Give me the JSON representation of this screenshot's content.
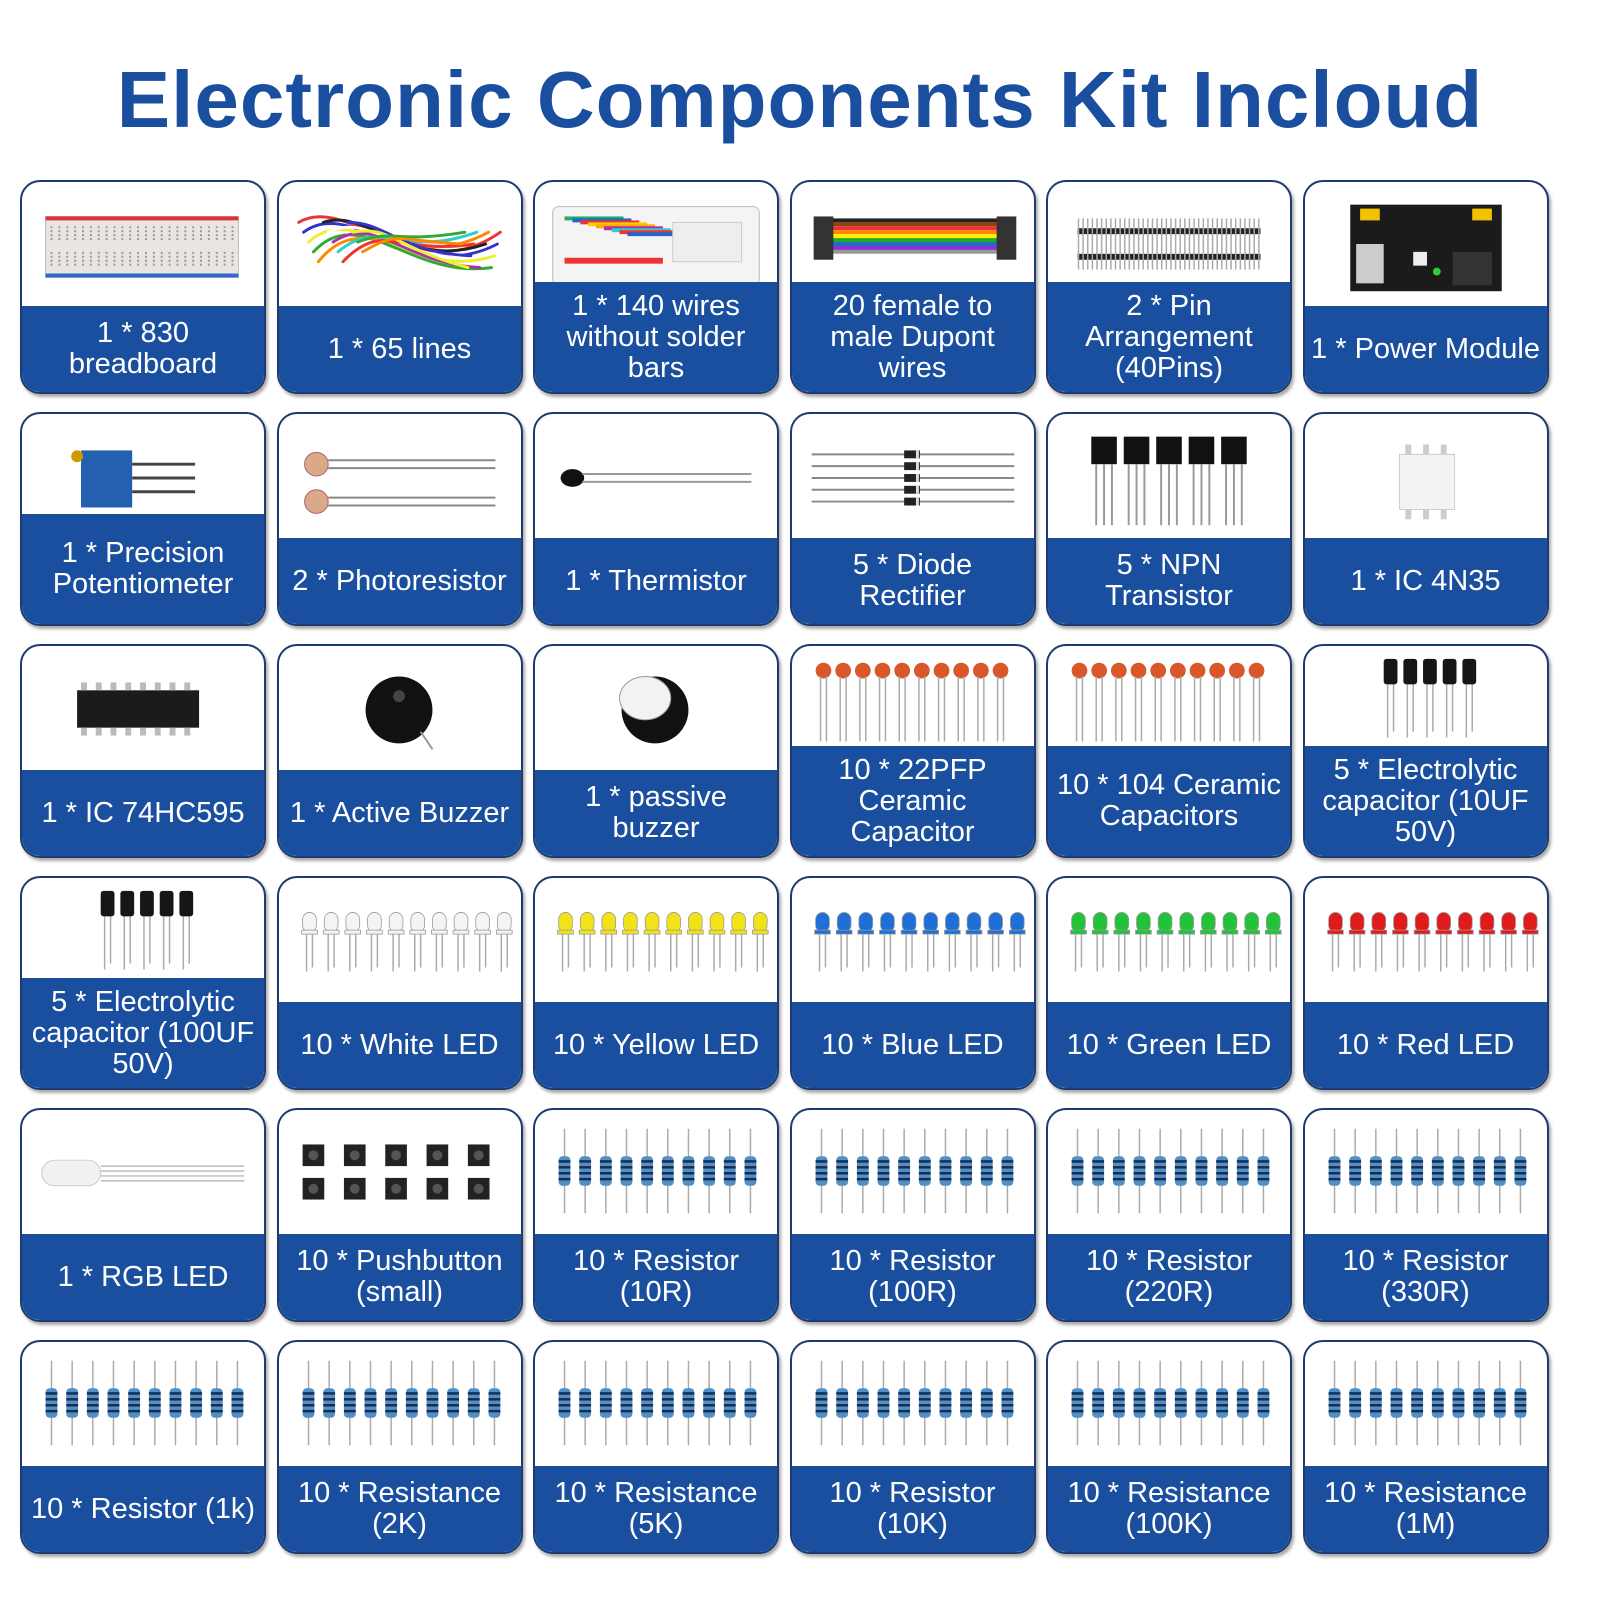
{
  "title": "Electronic Components Kit Incloud",
  "colors": {
    "title": "#1a4fa0",
    "label_band": "#1a4fa0",
    "label_text": "#ffffff"
  },
  "items": [
    {
      "label": "1 * 830 breadboard",
      "icon": "breadboard-icon"
    },
    {
      "label": "1 * 65 lines",
      "icon": "jumper-wires-icon"
    },
    {
      "label": "1 * 140 wires without solder bars",
      "icon": "wire-box-icon"
    },
    {
      "label": "20 female to male Dupont wires",
      "icon": "dupont-wires-icon"
    },
    {
      "label": "2 * Pin Arrangement (40Pins)",
      "icon": "pin-header-icon"
    },
    {
      "label": "1 * Power Module",
      "icon": "power-module-icon"
    },
    {
      "label": "1 * Precision Potentiometer",
      "icon": "potentiometer-icon"
    },
    {
      "label": "2 * Photoresistor",
      "icon": "photoresistor-icon"
    },
    {
      "label": "1 * Thermistor",
      "icon": "thermistor-icon"
    },
    {
      "label": "5 * Diode Rectifier",
      "icon": "diode-icon"
    },
    {
      "label": "5 * NPN Transistor",
      "icon": "transistor-icon"
    },
    {
      "label": "1 * IC 4N35",
      "icon": "optocoupler-ic-icon"
    },
    {
      "label": "1 * IC 74HC595",
      "icon": "shift-register-ic-icon"
    },
    {
      "label": "1 * Active Buzzer",
      "icon": "active-buzzer-icon"
    },
    {
      "label": "1 * passive buzzer",
      "icon": "passive-buzzer-icon"
    },
    {
      "label": "10 * 22PFP Ceramic Capacitor",
      "icon": "ceramic-capacitor-icon"
    },
    {
      "label": "10 * 104 Ceramic Capacitors",
      "icon": "ceramic-capacitor-icon"
    },
    {
      "label": "5 * Electrolytic capacitor (10UF 50V)",
      "icon": "electrolytic-capacitor-icon"
    },
    {
      "label": "5 * Electrolytic capacitor (100UF 50V)",
      "icon": "electrolytic-capacitor-icon"
    },
    {
      "label": "10 * White LED",
      "icon": "white-led-icon",
      "color": "#f4f4f4"
    },
    {
      "label": "10 * Yellow LED",
      "icon": "yellow-led-icon",
      "color": "#f2e21a"
    },
    {
      "label": "10 * Blue LED",
      "icon": "blue-led-icon",
      "color": "#1f6fd6"
    },
    {
      "label": "10 * Green LED",
      "icon": "green-led-icon",
      "color": "#22c23b"
    },
    {
      "label": "10 * Red LED",
      "icon": "red-led-icon",
      "color": "#e01b1b"
    },
    {
      "label": "1 * RGB LED",
      "icon": "rgb-led-icon"
    },
    {
      "label": "10 * Pushbutton (small)",
      "icon": "pushbutton-icon"
    },
    {
      "label": "10 * Resistor (10R)",
      "icon": "resistor-icon"
    },
    {
      "label": "10 * Resistor (100R)",
      "icon": "resistor-icon"
    },
    {
      "label": "10 * Resistor (220R)",
      "icon": "resistor-icon"
    },
    {
      "label": "10 * Resistor (330R)",
      "icon": "resistor-icon"
    },
    {
      "label": "10 * Resistor (1k)",
      "icon": "resistor-icon"
    },
    {
      "label": "10 * Resistance (2K)",
      "icon": "resistor-icon"
    },
    {
      "label": "10 * Resistance (5K)",
      "icon": "resistor-icon"
    },
    {
      "label": "10 * Resistor (10K)",
      "icon": "resistor-icon"
    },
    {
      "label": "10 * Resistance (100K)",
      "icon": "resistor-icon"
    },
    {
      "label": "10 * Resistance (1M)",
      "icon": "resistor-icon"
    }
  ]
}
